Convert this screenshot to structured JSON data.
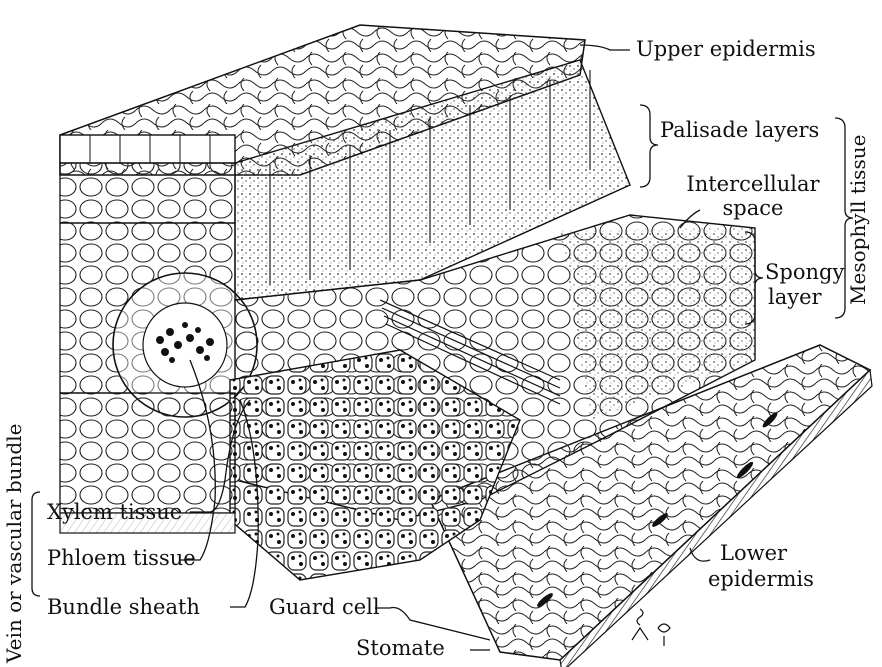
{
  "labels": {
    "upper_epidermis": "Upper epidermis",
    "palisade_layers": "Palisade layers",
    "intercellular_space_1": "Intercellular",
    "intercellular_space_2": "space",
    "spongy_layer_1": "Spongy",
    "spongy_layer_2": "layer",
    "mesophyll_tissue": "Mesophyll tissue",
    "lower_epidermis_1": "Lower",
    "lower_epidermis_2": "epidermis",
    "guard_cell": "Guard cell",
    "stomate": "Stomate",
    "xylem_tissue": "Xylem tissue",
    "phloem_tissue": "Phloem tissue",
    "bundle_sheath": "Bundle sheath",
    "vein": "Vein or vascular bundle"
  },
  "colors": {
    "ink": "#111111",
    "paper": "#ffffff"
  }
}
